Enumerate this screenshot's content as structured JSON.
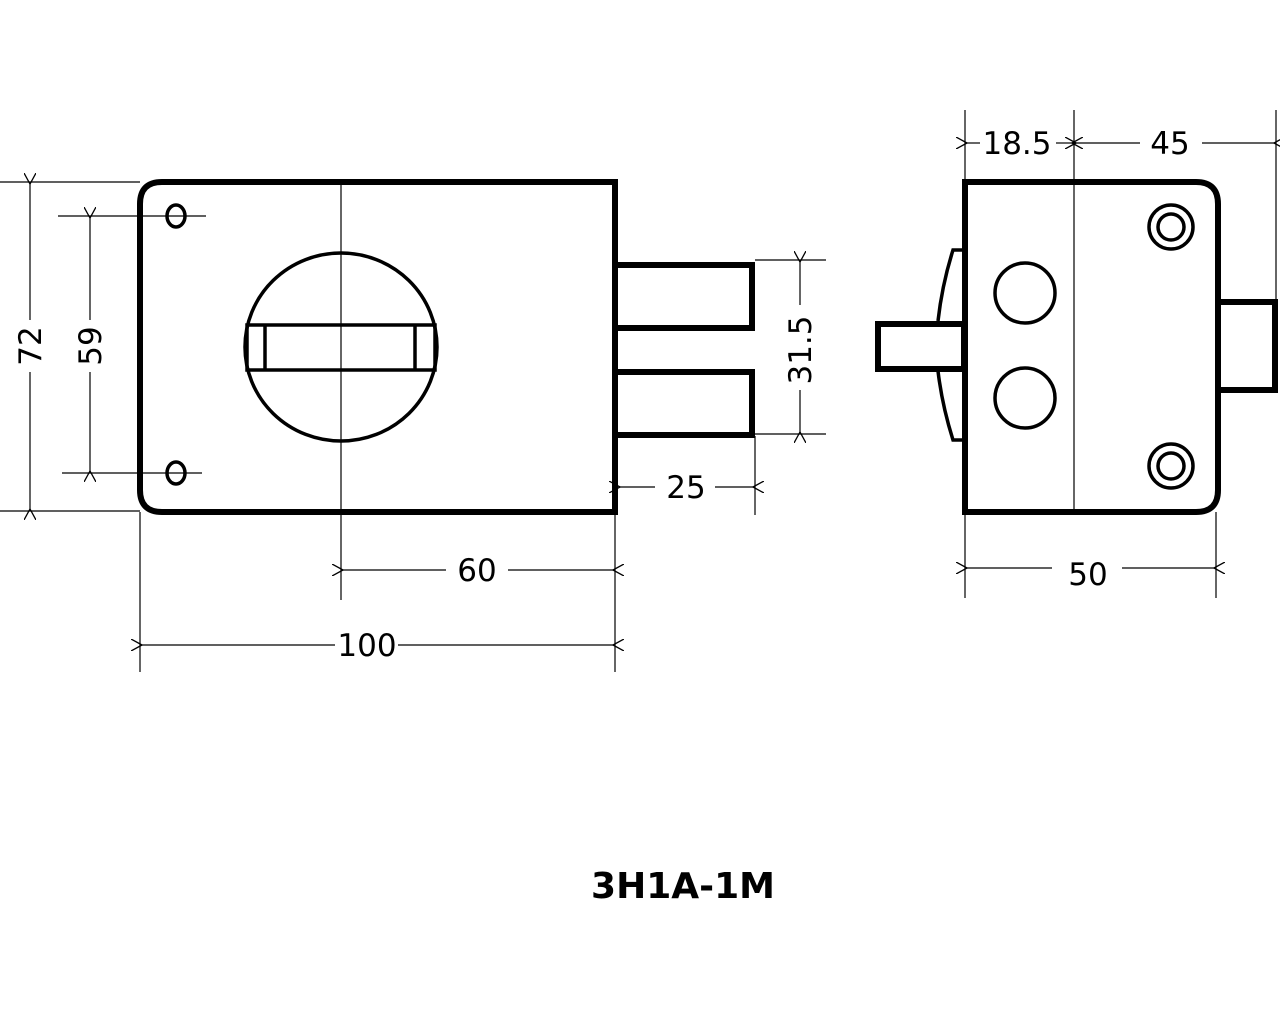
{
  "title": "3H1A-1M",
  "front_view": {
    "dimensions": {
      "height_total": "72",
      "hole_spacing": "59",
      "bolt_span": "31.5",
      "bolt_projection": "25",
      "backset": "60",
      "width": "100"
    }
  },
  "side_view": {
    "dimensions": {
      "front_depth": "18.5",
      "rear_depth": "45",
      "body_depth": "50"
    }
  },
  "colors": {
    "line": "#000000",
    "background": "#ffffff"
  }
}
